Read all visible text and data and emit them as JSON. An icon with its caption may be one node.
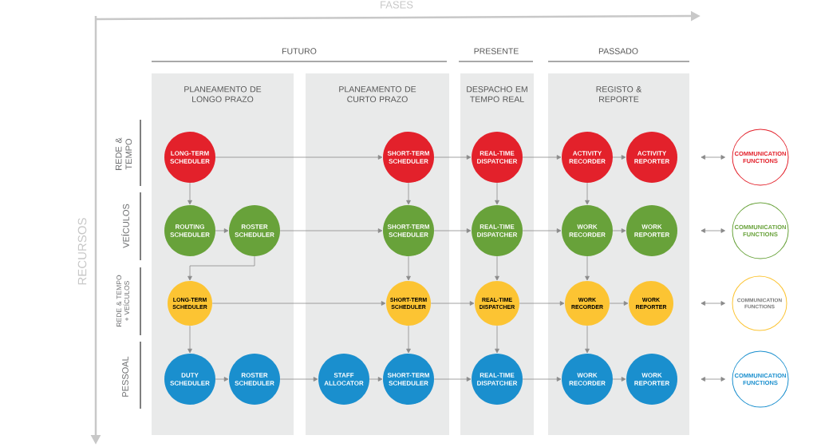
{
  "diagram": {
    "nodes": [
      {
        "text": [
          "PLANEAMENTO DE LONGO PRAZO"
        ]
      },
      {
        "text": [
          "PLANEAMENTO DE CURTO PRAZO"
        ]
      },
      {
        "text": [
          "DESPACHO EM TEMPO REAL"
        ]
      },
      {
        "text": [
          "REGISTO & REPORTE"
        ]
      },
      {
        "text": [
          "LONG-TERM SCHEDULER"
        ],
        "in": 0
      },
      {
        "text": [
          "SHORT-TERM SCHEDULER"
        ],
        "in": 1
      },
      {
        "text": [
          "REAL-TIME DISPATCHER"
        ],
        "in": 2
      },
      {
        "text": [
          "ACTIVITY RECORDER"
        ],
        "in": 3
      },
      {
        "text": [
          "ACTIVITY REPORTER"
        ],
        "in": 3
      },
      {
        "text": [
          "COMMUNICATION FUNCTIONS"
        ]
      },
      {
        "text": [
          "ROUTING SCHEDULER"
        ],
        "in": 0
      },
      {
        "text": [
          "ROSTER SCHEDULER"
        ],
        "in": 0
      },
      {
        "text": [
          "SHORT-TERM SCHEDULER"
        ],
        "in": 1
      },
      {
        "text": [
          "REAL-TIME DISPATCHER"
        ],
        "in": 2
      },
      {
        "text": [
          "WORK RECORDER"
        ],
        "in": 3
      },
      {
        "text": [
          "WORK REPORTER"
        ],
        "in": 3
      },
      {
        "text": [
          "COMMUNICATION FUNCTIONS"
        ]
      },
      {
        "text": [
          "LONG-TERM SCHEDULER"
        ],
        "in": 0
      },
      {
        "text": [
          "SHORT-TERM SCHEDULER"
        ],
        "in": 1
      },
      {
        "text": [
          "REAL-TIME DISPATCHER"
        ],
        "in": 2
      },
      {
        "text": [
          "WORK RECORDER"
        ],
        "in": 3
      },
      {
        "text": [
          "WORK REPORTER"
        ],
        "in": 3
      },
      {
        "text": [
          "COMMUNICATION FUNCTIONS"
        ]
      },
      {
        "text": [
          "DUTY SCHEDULER"
        ],
        "in": 0
      },
      {
        "text": [
          "ROSTER SCHEDULER"
        ],
        "in": 0
      },
      {
        "text": [
          "STAFF ALLOCATOR"
        ],
        "in": 1
      },
      {
        "text": [
          "SHORT-TERM SCHEDULER"
        ],
        "in": 1
      },
      {
        "text": [
          "REAL-TIME DISPATCHER"
        ],
        "in": 2
      },
      {
        "text": [
          "WORK RECORDER"
        ],
        "in": 3
      },
      {
        "text": [
          "WORK REPORTER"
        ],
        "in": 3
      },
      {
        "text": [
          "COMMUNICATION FUNCTIONS"
        ]
      }
    ],
    "edges": [
      {
        "from": 4,
        "to": 5,
        "arrow": "to"
      },
      {
        "from": 5,
        "to": 6,
        "arrow": "to"
      },
      {
        "from": 6,
        "to": 7,
        "arrow": "to"
      },
      {
        "from": 7,
        "to": 8,
        "arrow": "to"
      },
      {
        "from": null,
        "to": 9,
        "arrow": "both"
      },
      {
        "from": 4,
        "to": 10,
        "arrow": "to"
      },
      {
        "from": 5,
        "to": 12,
        "arrow": "to"
      },
      {
        "from": 6,
        "to": 13,
        "arrow": "to"
      },
      {
        "from": 7,
        "to": 14,
        "arrow": "to"
      },
      {
        "from": 10,
        "to": 11,
        "arrow": "to"
      },
      {
        "from": 11,
        "to": 12,
        "arrow": "to"
      },
      {
        "from": 12,
        "to": 13,
        "arrow": "to"
      },
      {
        "from": 13,
        "to": 14,
        "arrow": "to"
      },
      {
        "from": 14,
        "to": 15,
        "arrow": "to"
      },
      {
        "from": null,
        "to": 16,
        "arrow": "both"
      },
      {
        "from": 11,
        "to": 17,
        "arrow": "to"
      },
      {
        "from": 12,
        "to": 18,
        "arrow": "to"
      },
      {
        "from": 13,
        "to": 19,
        "arrow": "to"
      },
      {
        "from": 14,
        "to": 20,
        "arrow": "to"
      },
      {
        "from": 17,
        "to": 18,
        "arrow": "to"
      },
      {
        "from": 18,
        "to": 19,
        "arrow": "to"
      },
      {
        "from": 19,
        "to": 20,
        "arrow": "to"
      },
      {
        "from": 20,
        "to": 21,
        "arrow": "to"
      },
      {
        "from": null,
        "to": 22,
        "arrow": "both"
      },
      {
        "from": 17,
        "to": 23,
        "arrow": "to"
      },
      {
        "from": 18,
        "to": 26,
        "arrow": "to"
      },
      {
        "from": 19,
        "to": 27,
        "arrow": "to"
      },
      {
        "from": 20,
        "to": 28,
        "arrow": "to"
      },
      {
        "from": 23,
        "to": 24,
        "arrow": "to"
      },
      {
        "from": 24,
        "to": 25,
        "arrow": "to"
      },
      {
        "from": 25,
        "to": 26,
        "arrow": "to"
      },
      {
        "from": 26,
        "to": 27,
        "arrow": "to"
      },
      {
        "from": 27,
        "to": 28,
        "arrow": "to"
      },
      {
        "from": 28,
        "to": 29,
        "arrow": "to"
      },
      {
        "from": null,
        "to": 30,
        "arrow": "both"
      }
    ],
    "labels": [
      "FASES",
      "RECURSOS",
      "FUTURO",
      "PRESENTE",
      "PASSADO",
      "REDE & TEMPO",
      "VEÍCULOS",
      "REDE & TEMPO + VEÍCULOS",
      "PESSOAL"
    ]
  }
}
